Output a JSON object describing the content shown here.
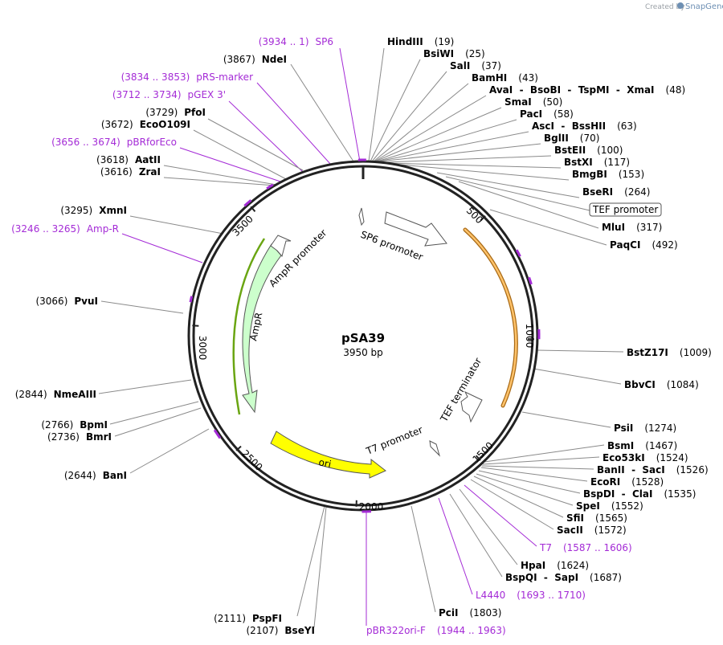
{
  "credit": {
    "prefix": "Created by",
    "brand": "SnapGene"
  },
  "plasmid": {
    "name": "pSA39",
    "size": "3950 bp"
  },
  "ticks": [
    "500",
    "1000",
    "1500",
    "2000",
    "2500",
    "3000",
    "3500"
  ],
  "features": [
    {
      "name": "SP6 promoter",
      "color": "#ffffff"
    },
    {
      "name": "AmpR promoter",
      "color": "#ffffff"
    },
    {
      "name": "AmpR",
      "color": "#ccffcc"
    },
    {
      "name": "TEF terminator",
      "color": "#ffffff"
    },
    {
      "name": "T7 promoter",
      "color": "#ffffff"
    },
    {
      "name": "ori",
      "color": "#ffff00"
    },
    {
      "name": "TEF promoter",
      "color": "#ffffff"
    }
  ],
  "labels": [
    {
      "pre": "(3934 .. 1)",
      "name": "SP6",
      "purple": true
    },
    {
      "pre": "(3867)",
      "name": "NdeI",
      "purple": false
    },
    {
      "pre": "(3834 .. 3853)",
      "name": "pRS-marker",
      "purple": true
    },
    {
      "pre": "(3712 .. 3734)",
      "name": "pGEX 3'",
      "purple": true
    },
    {
      "pre": "(3729)",
      "name": "PfoI",
      "purple": false
    },
    {
      "pre": "(3672)",
      "name": "EcoO109I",
      "purple": false
    },
    {
      "pre": "(3656 .. 3674)",
      "name": "pBRforEco",
      "purple": true
    },
    {
      "pre": "(3618)",
      "name": "AatII",
      "purple": false
    },
    {
      "pre": "(3616)",
      "name": "ZraI",
      "purple": false
    },
    {
      "pre": "(3295)",
      "name": "XmnI",
      "purple": false
    },
    {
      "pre": "(3246 .. 3265)",
      "name": "Amp-R",
      "purple": true
    },
    {
      "pre": "(3066)",
      "name": "PvuI",
      "purple": false
    },
    {
      "pre": "(2844)",
      "name": "NmeAIII",
      "purple": false
    },
    {
      "pre": "(2766)",
      "name": "BpmI",
      "purple": false
    },
    {
      "pre": "(2736)",
      "name": "BmrI",
      "purple": false
    },
    {
      "pre": "(2644)",
      "name": "BanI",
      "purple": false
    },
    {
      "pre": "(2111)",
      "name": "PspFI",
      "purple": false
    },
    {
      "pre": "(2107)",
      "name": "BseYI",
      "purple": false
    },
    {
      "name": "HindIII",
      "post": "(19)",
      "purple": false
    },
    {
      "name": "BsiWI",
      "post": "(25)",
      "purple": false
    },
    {
      "name": "SalI",
      "post": "(37)",
      "purple": false
    },
    {
      "name": "BamHI",
      "post": "(43)",
      "purple": false
    },
    {
      "name": "AvaI  -  BsoBI  -  TspMI  -  XmaI",
      "post": "(48)",
      "purple": false
    },
    {
      "name": "SmaI",
      "post": "(50)",
      "purple": false
    },
    {
      "name": "PacI",
      "post": "(58)",
      "purple": false
    },
    {
      "name": "AscI  -  BssHII",
      "post": "(63)",
      "purple": false
    },
    {
      "name": "BglII",
      "post": "(70)",
      "purple": false
    },
    {
      "name": "BstEII",
      "post": "(100)",
      "purple": false
    },
    {
      "name": "BstXI",
      "post": "(117)",
      "purple": false
    },
    {
      "name": "BmgBI",
      "post": "(153)",
      "purple": false
    },
    {
      "name": "BseRI",
      "post": "(264)",
      "purple": false
    },
    {
      "name": "MluI",
      "post": "(317)",
      "purple": false
    },
    {
      "name": "PaqCI",
      "post": "(492)",
      "purple": false
    },
    {
      "name": "BstZ17I",
      "post": "(1009)",
      "purple": false
    },
    {
      "name": "BbvCI",
      "post": "(1084)",
      "purple": false
    },
    {
      "name": "PsiI",
      "post": "(1274)",
      "purple": false
    },
    {
      "name": "BsmI",
      "post": "(1467)",
      "purple": false
    },
    {
      "name": "Eco53kI",
      "post": "(1524)",
      "purple": false
    },
    {
      "name": "BanII  -  SacI",
      "post": "(1526)",
      "purple": false
    },
    {
      "name": "EcoRI",
      "post": "(1528)",
      "purple": false
    },
    {
      "name": "BspDI  -  ClaI",
      "post": "(1535)",
      "purple": false
    },
    {
      "name": "SpeI",
      "post": "(1552)",
      "purple": false
    },
    {
      "name": "SfiI",
      "post": "(1565)",
      "purple": false
    },
    {
      "name": "SacII",
      "post": "(1572)",
      "purple": false
    },
    {
      "name": "T7",
      "post": "(1587 .. 1606)",
      "purple": true
    },
    {
      "name": "HpaI",
      "post": "(1624)",
      "purple": false
    },
    {
      "name": "BspQI  -  SapI",
      "post": "(1687)",
      "purple": false
    },
    {
      "name": "L4440",
      "post": "(1693 .. 1710)",
      "purple": true
    },
    {
      "name": "PciI",
      "post": "(1803)",
      "purple": false
    },
    {
      "name": "pBR322ori-F",
      "post": "(1944 .. 1963)",
      "purple": true
    }
  ]
}
